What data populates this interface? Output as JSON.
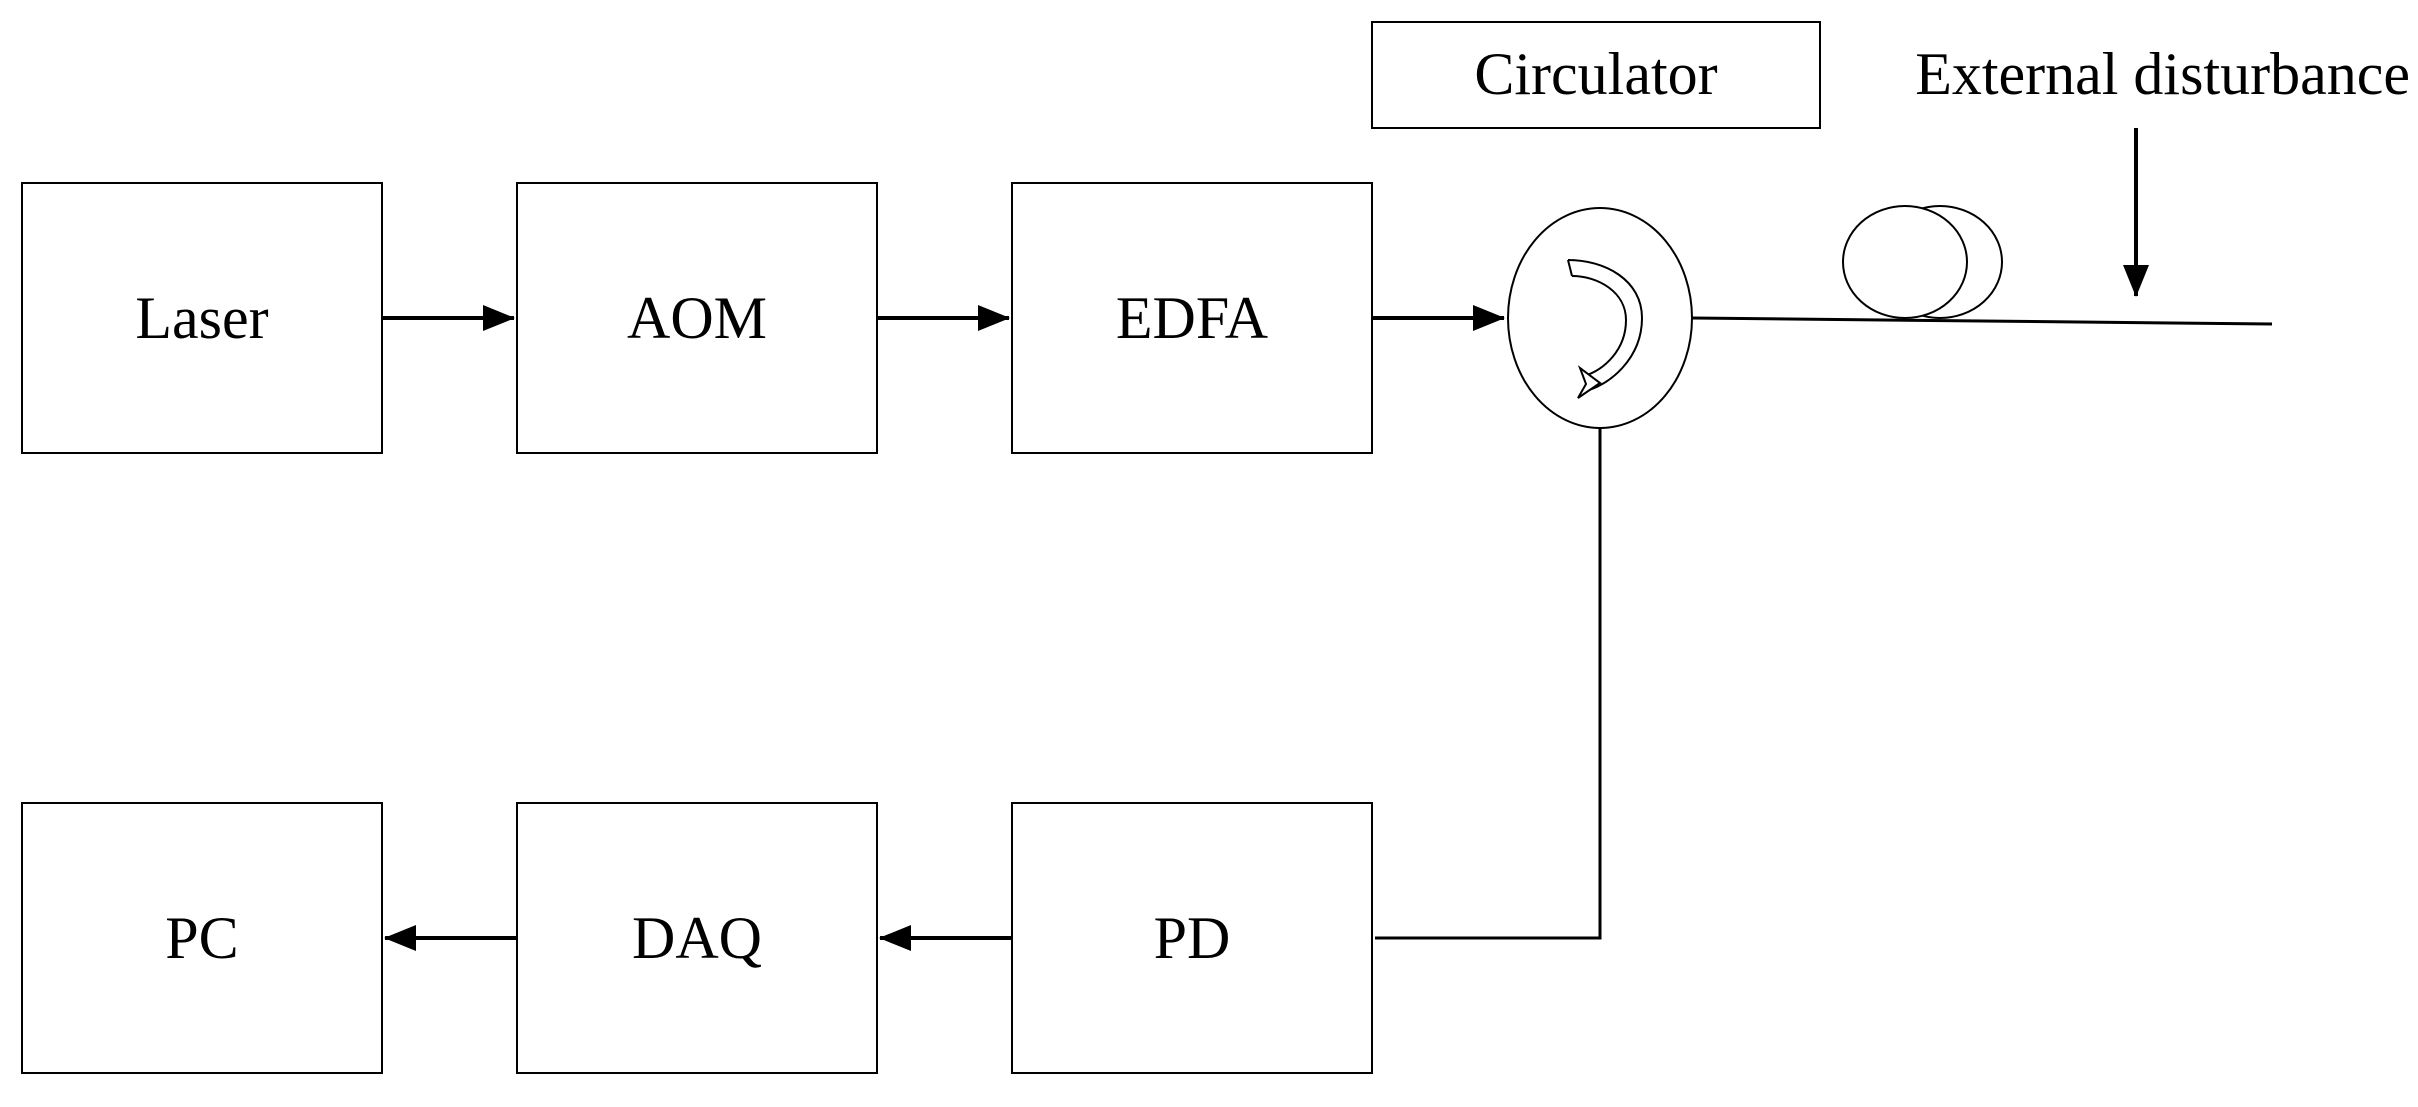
{
  "blocks": {
    "laser": "Laser",
    "aom": "AOM",
    "edfa": "EDFA",
    "pd": "PD",
    "daq": "DAQ",
    "pc": "PC"
  },
  "labels": {
    "circulator": "Circulator",
    "external_disturbance": "External disturbance"
  },
  "colors": {
    "stroke": "#000000",
    "background": "#ffffff"
  }
}
